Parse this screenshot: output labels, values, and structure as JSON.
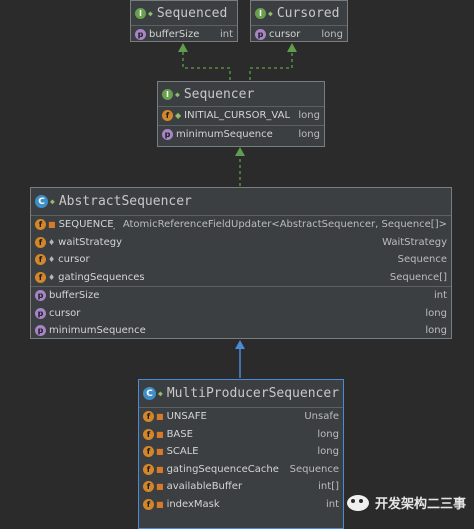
{
  "sequenced": {
    "title": "Sequenced",
    "props": [
      {
        "name": "bufferSize",
        "type": "int"
      }
    ]
  },
  "cursored": {
    "title": "Cursored",
    "props": [
      {
        "name": "cursor",
        "type": "long"
      }
    ]
  },
  "sequencer": {
    "title": "Sequencer",
    "fields": [
      {
        "name": "INITIAL_CURSOR_VALUE",
        "type": "long"
      }
    ],
    "props": [
      {
        "name": "minimumSequence",
        "type": "long"
      }
    ]
  },
  "abstractSequencer": {
    "title": "AbstractSequencer",
    "fields": [
      {
        "name": "SEQUENCE_UPDATER",
        "type": "AtomicReferenceFieldUpdater<AbstractSequencer, Sequence[]>"
      },
      {
        "name": "waitStrategy",
        "type": "WaitStrategy"
      },
      {
        "name": "cursor",
        "type": "Sequence"
      },
      {
        "name": "gatingSequences",
        "type": "Sequence[]"
      }
    ],
    "props": [
      {
        "name": "bufferSize",
        "type": "int"
      },
      {
        "name": "cursor",
        "type": "long"
      },
      {
        "name": "minimumSequence",
        "type": "long"
      }
    ]
  },
  "multiProducerSequencer": {
    "title": "MultiProducerSequencer",
    "fields": [
      {
        "name": "UNSAFE",
        "type": "Unsafe"
      },
      {
        "name": "BASE",
        "type": "long"
      },
      {
        "name": "SCALE",
        "type": "long"
      },
      {
        "name": "gatingSequenceCache",
        "type": "Sequence"
      },
      {
        "name": "availableBuffer",
        "type": "int[]"
      },
      {
        "name": "indexMask",
        "type": "int"
      }
    ]
  },
  "watermark": {
    "text": "开发架构二三事"
  },
  "colors": {
    "background": "#2b2b2b",
    "node": "#3c3f41",
    "border": "#7a7d80",
    "selected_border": "#4b8ad6",
    "implements_edge": "#5f9e4a",
    "extends_edge": "#4b8ad6"
  }
}
